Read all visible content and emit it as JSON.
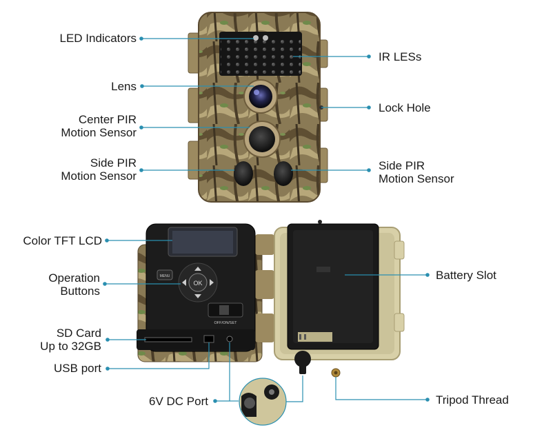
{
  "callouts": {
    "led_indicators": "LED Indicators",
    "ir_leds": "IR LESs",
    "lens": "Lens",
    "lock_hole": "Lock Hole",
    "center_pir_1": "Center PIR",
    "center_pir_2": "Motion Sensor",
    "side_pir_left_1": "Side PIR",
    "side_pir_left_2": "Motion Sensor",
    "side_pir_right_1": "Side PIR",
    "side_pir_right_2": "Motion Sensor",
    "color_tft_lcd": "Color TFT LCD",
    "operation_1": "Operation",
    "operation_2": "Buttons",
    "battery_slot": "Battery Slot",
    "sd_card_1": "SD Card",
    "sd_card_2": "Up to 32GB",
    "usb_port": "USB port",
    "dc_port": "6V DC Port",
    "tripod_thread": "Tripod Thread"
  },
  "device": {
    "ok_button": "OK",
    "menu_button": "MENU",
    "switch_label": "OFF/ON/SET"
  },
  "colors": {
    "leader_line": "#2a8fb0",
    "camo_base": "#8a7a55",
    "case_beige": "#d8d0a8",
    "panel_black": "#1c1c1c"
  }
}
